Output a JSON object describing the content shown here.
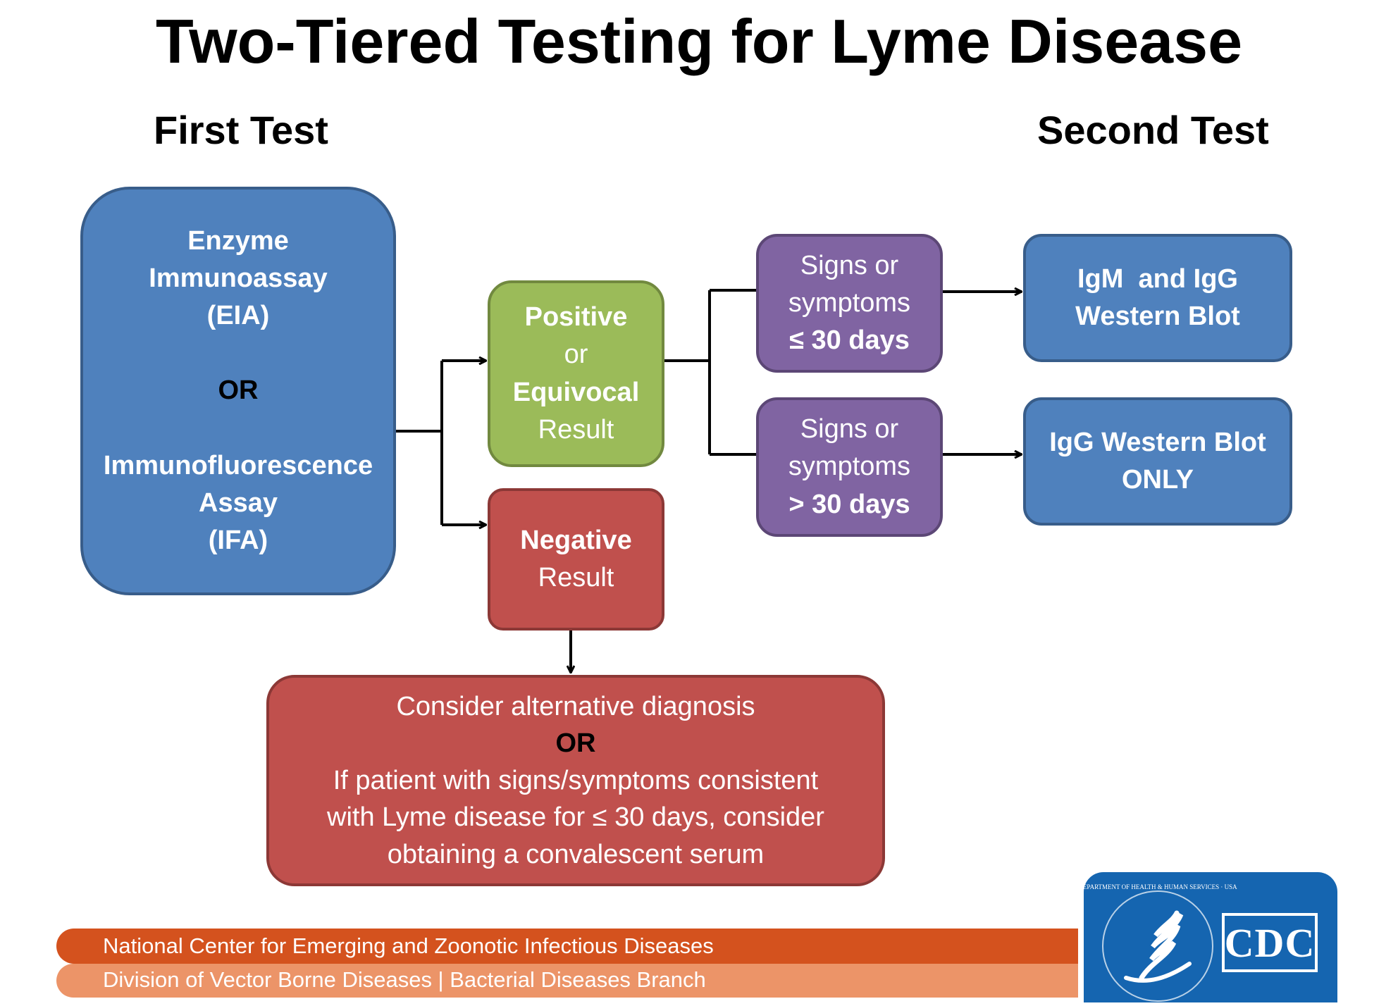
{
  "title": "Two-Tiered Testing for Lyme Disease",
  "headers": {
    "first_test": "First Test",
    "second_test": "Second Test"
  },
  "first_test_box": {
    "line1": "Enzyme",
    "line2": "Immunoassay",
    "line3": "(EIA)",
    "or": "OR",
    "line4": "Immunofluorescence",
    "line5": "Assay",
    "line6": "(IFA)"
  },
  "positive_box": {
    "line1": "Positive",
    "line2": "or",
    "line3": "Equivocal",
    "line4": "Result"
  },
  "negative_box": {
    "line1": "Negative",
    "line2": "Result"
  },
  "signs_short_box": {
    "line1": "Signs or",
    "line2": "symptoms",
    "line3": "≤ 30 days"
  },
  "signs_long_box": {
    "line1": "Signs or",
    "line2": "symptoms",
    "line3": "> 30 days"
  },
  "igm_igg_box": {
    "line1": "IgM  and IgG",
    "line2": "Western Blot"
  },
  "igg_box": {
    "line1": "IgG Western Blot",
    "line2": "ONLY"
  },
  "alternative_box": {
    "line1": "Consider alternative diagnosis",
    "or": "OR",
    "line2": "If patient with signs/symptoms consistent",
    "line3": "with Lyme disease for ≤ 30 days, consider",
    "line4": "obtaining a convalescent serum"
  },
  "footer": {
    "line1": "National Center for Emerging and Zoonotic Infectious Diseases",
    "line2": "Division of Vector Borne Diseases | Bacterial Diseases Branch",
    "logo_icon": "cdc-hhs-logo",
    "logo_text": "CDC",
    "seal_text": "DEPARTMENT OF HEALTH & HUMAN SERVICES · USA"
  },
  "colors": {
    "blue": "#4f81bd",
    "green": "#9bbb59",
    "red": "#c0504d",
    "purple": "#8064a2",
    "banner_dark": "#d4521e",
    "banner_light": "#ec9468",
    "logo_blue": "#1565b0"
  }
}
